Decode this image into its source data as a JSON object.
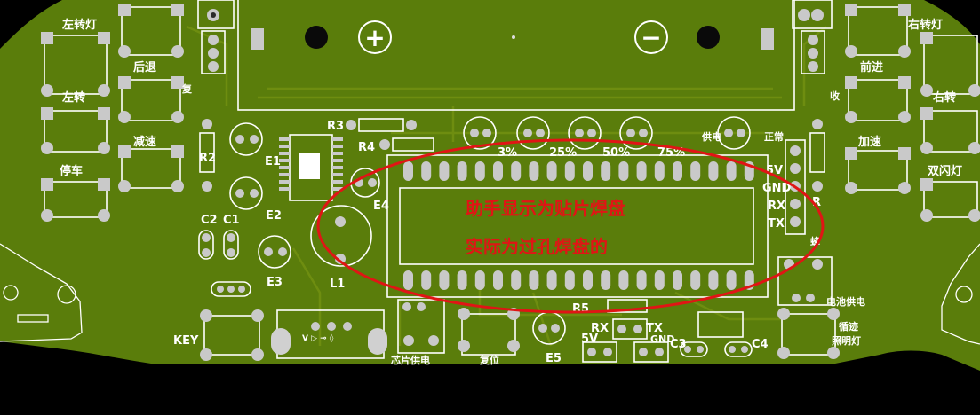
{
  "colors": {
    "board": "#5a7d0b",
    "trace": "#6e8d10",
    "silkscreen": "#ffffff",
    "pad": "#c9c9c9",
    "annotation": "#e01515",
    "background": "#000000"
  },
  "battery": {
    "plus_symbol": "+",
    "minus_symbol": "−"
  },
  "left_labels": {
    "left_turn_signal": "左转灯",
    "reverse": "后退",
    "left_turn": "左转",
    "decelerate": "减速",
    "stop": "停车",
    "reset": "复"
  },
  "right_labels": {
    "right_turn_signal": "右转灯",
    "forward": "前进",
    "right_turn": "右转",
    "accelerate": "加速",
    "double_flash": "双闪灯",
    "receive": "收",
    "buzzer": "蜂",
    "normal": "正常",
    "battery_power": "电池供电",
    "tracking": "循迹",
    "lighting": "照明灯"
  },
  "designators": {
    "R3": "R3",
    "R4": "R4",
    "R2": "R2",
    "E1": "E1",
    "E2": "E2",
    "E3": "E3",
    "E4": "E4",
    "E5": "E5",
    "C1": "C1",
    "C2": "C2",
    "C3": "C3",
    "C4": "C4",
    "L1": "L1",
    "R5": "R5",
    "KEY": "KEY",
    "RX": "RX",
    "TX": "TX",
    "GND": "GND",
    "5V": "5V",
    "R": "R"
  },
  "battery_meter": {
    "p3": "3%",
    "p25": "25%",
    "p50": "50%",
    "p75": "75%",
    "power": "供电"
  },
  "uart_header": {
    "v": "5V",
    "gnd": "GND",
    "rx": "RX",
    "tx": "TX"
  },
  "bottom_labels": {
    "chip_power": "芯片供电",
    "reset_button": "复位",
    "switch_symbols": "V ▷ ⊸ ◊"
  },
  "annotation": {
    "line1": "助手显示为贴片焊盘",
    "line2": "实际为过孔焊盘的"
  }
}
